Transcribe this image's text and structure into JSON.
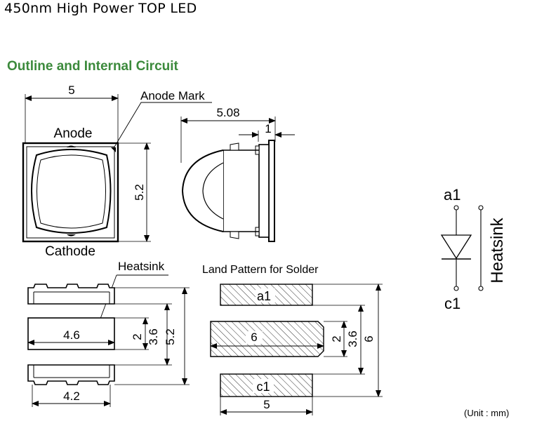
{
  "header": {
    "title": "450nm High Power TOP LED"
  },
  "section": {
    "title": "Outline and Internal Circuit"
  },
  "top_view": {
    "width_dim": "5",
    "height_dim": "5.2",
    "anode_label": "Anode",
    "cathode_label": "Cathode",
    "anode_mark_label": "Anode Mark"
  },
  "side_view": {
    "length_dim": "5.08",
    "thickness_dim": "1"
  },
  "bottom_view": {
    "heatsink_label": "Heatsink",
    "heatsink_width_dim": "4.6",
    "bottom_width_dim": "4.2",
    "heatsink_height_dim": "2",
    "inner_height_dim": "3.6",
    "outer_height_dim": "5.2"
  },
  "land_pattern": {
    "title": "Land Pattern for Solder",
    "pad_top_label": "a1",
    "pad_mid_label": "6",
    "pad_bottom_label": "c1",
    "width_dim": "5",
    "dim_2": "2",
    "dim_3_6": "3.6",
    "dim_6": "6"
  },
  "circuit": {
    "anode_pin": "a1",
    "cathode_pin": "c1",
    "heatsink_label": "Heatsink"
  },
  "unit_note": "(Unit : mm)"
}
